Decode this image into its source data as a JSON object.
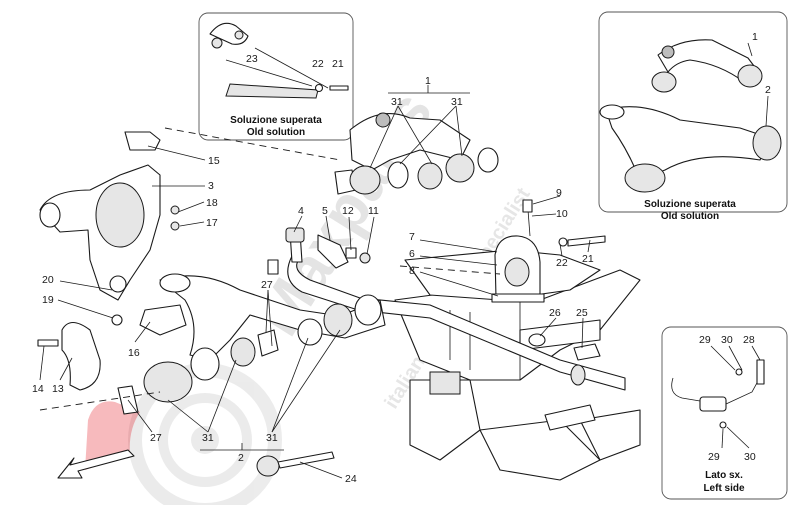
{
  "watermark": {
    "brand": "Maxparts",
    "tagline": "italian cars parts specialist",
    "color": "#e30613"
  },
  "insets": {
    "old_solution_top": {
      "label_it": "Soluzione superata",
      "label_en": "Old solution",
      "refs": [
        "23",
        "22",
        "21"
      ]
    },
    "old_solution_right": {
      "label_it": "Soluzione superata",
      "label_en": "Old solution",
      "refs": [
        "1",
        "2"
      ]
    },
    "left_side": {
      "label_it": "Lato sx.",
      "label_en": "Left side",
      "refs": [
        "29",
        "30",
        "28",
        "29",
        "30"
      ]
    }
  },
  "callouts": [
    "1",
    "31",
    "31",
    "15",
    "3",
    "18",
    "17",
    "4",
    "5",
    "12",
    "11",
    "7",
    "6",
    "8",
    "9",
    "10",
    "22",
    "21",
    "20",
    "19",
    "27",
    "16",
    "26",
    "25",
    "14",
    "13",
    "27",
    "31",
    "2",
    "31",
    "24"
  ]
}
